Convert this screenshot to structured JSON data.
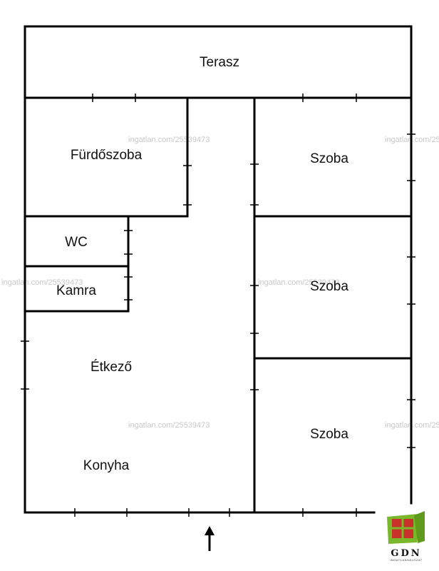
{
  "rooms": {
    "terasz": "Terasz",
    "furdoszoba": "Fürdőszoba",
    "wc": "WC",
    "kamra": "Kamra",
    "etkezo": "Étkező",
    "konyha": "Konyha",
    "szoba_1": "Szoba",
    "szoba_2": "Szoba",
    "szoba_3": "Szoba"
  },
  "watermark": "ingatlan.com/25539473",
  "logo": {
    "name": "GDN",
    "subtitle": "INGATLANHÁLÓZAT"
  },
  "icons": {
    "entrance": "arrow-up-icon",
    "logo_mark": "window-frame-icon"
  },
  "colors": {
    "walls": "#000000",
    "watermark": "#c9c9c9",
    "logo_green": "#7bb72a",
    "logo_red": "#c8302a"
  }
}
